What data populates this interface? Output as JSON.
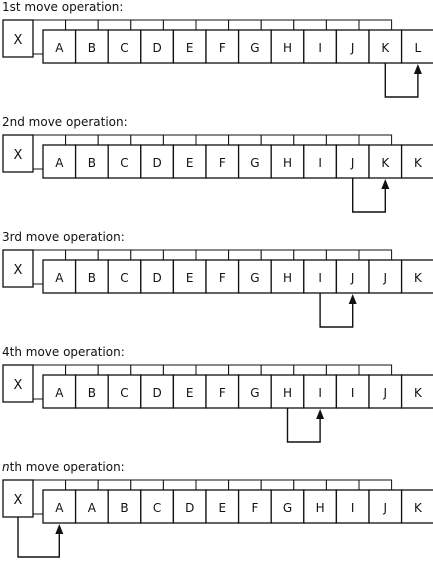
{
  "operations": [
    {
      "title": "1st move operation:",
      "cells": [
        "A",
        "B",
        "C",
        "D",
        "E",
        "F",
        "G",
        "H",
        "I",
        "J",
        "K",
        "L"
      ],
      "arrow_from": 10,
      "arrow_to": 11
    },
    {
      "title": "2nd move operation:",
      "cells": [
        "A",
        "B",
        "C",
        "D",
        "E",
        "F",
        "G",
        "H",
        "I",
        "J",
        "K",
        "K"
      ],
      "arrow_from": 9,
      "arrow_to": 10
    },
    {
      "title": "3rd move operation:",
      "cells": [
        "A",
        "B",
        "C",
        "D",
        "E",
        "F",
        "G",
        "H",
        "I",
        "J",
        "J",
        "K"
      ],
      "arrow_from": 8,
      "arrow_to": 9
    },
    {
      "title": "4th move operation:",
      "cells": [
        "A",
        "B",
        "C",
        "D",
        "E",
        "F",
        "G",
        "H",
        "I",
        "I",
        "J",
        "K"
      ],
      "arrow_from": 7,
      "arrow_to": 8
    },
    {
      "title_prefix": "n",
      "title_rest": "th move operation:",
      "cells": [
        "A",
        "A",
        "B",
        "C",
        "D",
        "E",
        "F",
        "G",
        "H",
        "I",
        "J",
        "K"
      ],
      "arrow_from": "X",
      "arrow_to": 0
    }
  ],
  "x_label": "X"
}
